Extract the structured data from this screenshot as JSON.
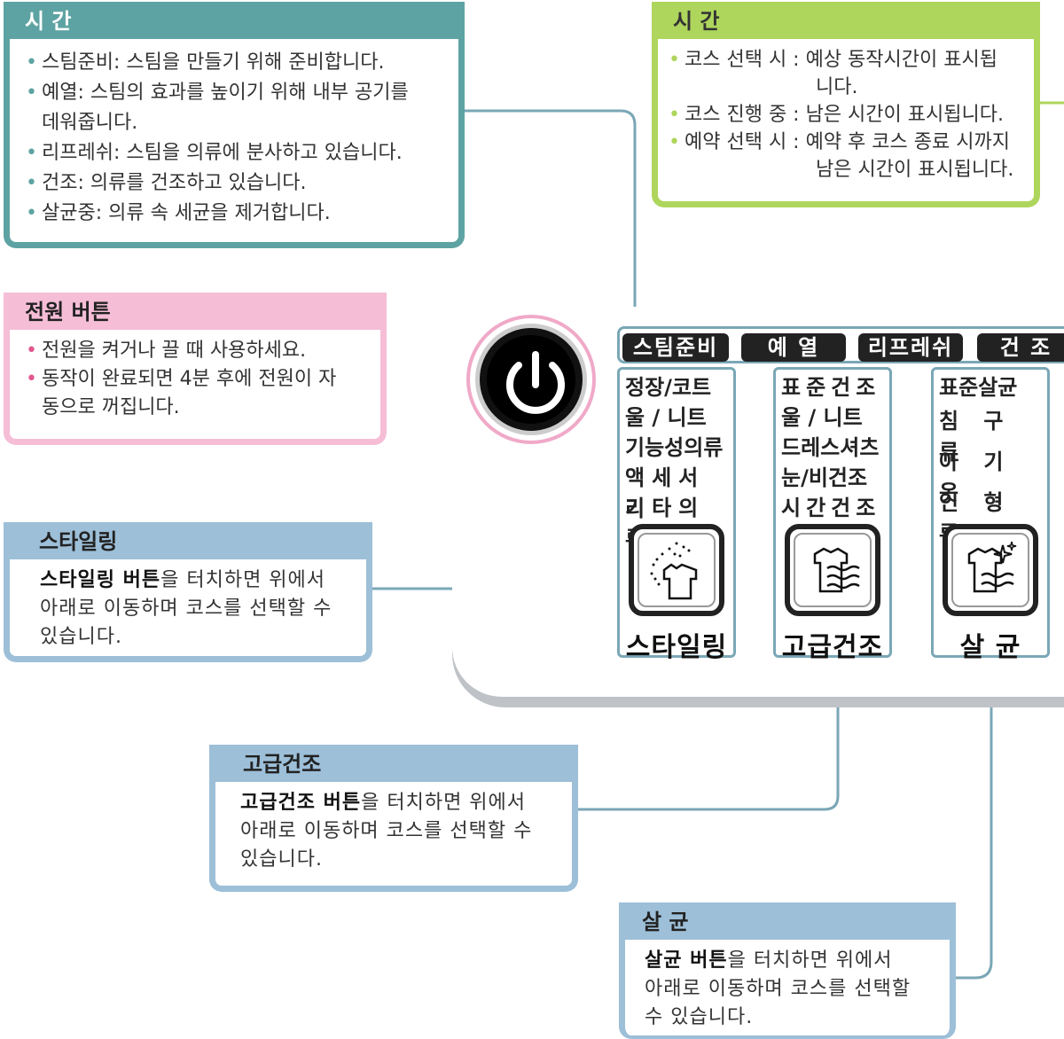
{
  "colors": {
    "teal": "#5ea3a3",
    "green": "#aed55c",
    "pink": "#f5bdd6",
    "blue": "#9dbfd8",
    "connector": "#7aa7b6"
  },
  "time_left": {
    "title": "시 간",
    "items": [
      "스팀준비: 스팀을 만들기 위해 준비합니다.",
      "예열: 스팀의 효과를 높이기 위해 내부 공기를",
      "데워줍니다.",
      "리프레쉬: 스팀을 의류에 분사하고 있습니다.",
      "건조: 의류를 건조하고 있습니다.",
      "살균중: 의류 속 세균을 제거합니다."
    ]
  },
  "time_right": {
    "title": "시 간",
    "lines": [
      "코스 선택 시 : 예상 동작시간이 표시됩",
      "니다.",
      "코스 진행 중 : 남은 시간이 표시됩니다.",
      "예약 선택 시 : 예약 후 코스 종료 시까지",
      "남은 시간이 표시됩니다."
    ]
  },
  "power": {
    "title": "전원 버튼",
    "items": [
      "전원을 켜거나 끌 때 사용하세요.",
      "동작이 완료되면 4분 후에 전원이 자",
      "동으로 꺼집니다."
    ]
  },
  "styling": {
    "title": "스타일링",
    "bold": "스타일링 버튼",
    "rest1": "을 터치하면 위에서",
    "line2": "아래로 이동하며 코스를 선택할 수",
    "line3": "있습니다."
  },
  "premium_dry": {
    "title": "고급건조",
    "bold": "고급건조 버튼",
    "rest1": "을 터치하면 위에서",
    "line2": "아래로 이동하며 코스를 선택할 수",
    "line3": "있습니다."
  },
  "sterilize": {
    "title": "살 균",
    "bold": "살균 버튼",
    "rest1": "을 터치하면 위에서",
    "line2": "아래로 이동하며 코스를 선택할",
    "line3": "수 있습니다."
  },
  "panel": {
    "tabs": [
      "스팀준비",
      "예 열",
      "리프레쉬",
      "건 조"
    ],
    "columns": [
      {
        "courses": [
          "정장/코트",
          "울 / 니트",
          "기능성의류",
          "액세서리",
          "기타의류"
        ],
        "label": "스타일링",
        "icon": "shirt-steam-icon"
      },
      {
        "courses": [
          "표준건조",
          "울 / 니트",
          "드레스셔츠",
          "눈/비건조",
          "시간건조"
        ],
        "label": "고급건조",
        "icon": "shirt-dry-icon"
      },
      {
        "courses": [
          "표준살균",
          "침 구 류",
          "아 기 옷",
          "인 형 류"
        ],
        "label": "살 균",
        "icon": "shirt-sterilize-icon"
      }
    ]
  }
}
